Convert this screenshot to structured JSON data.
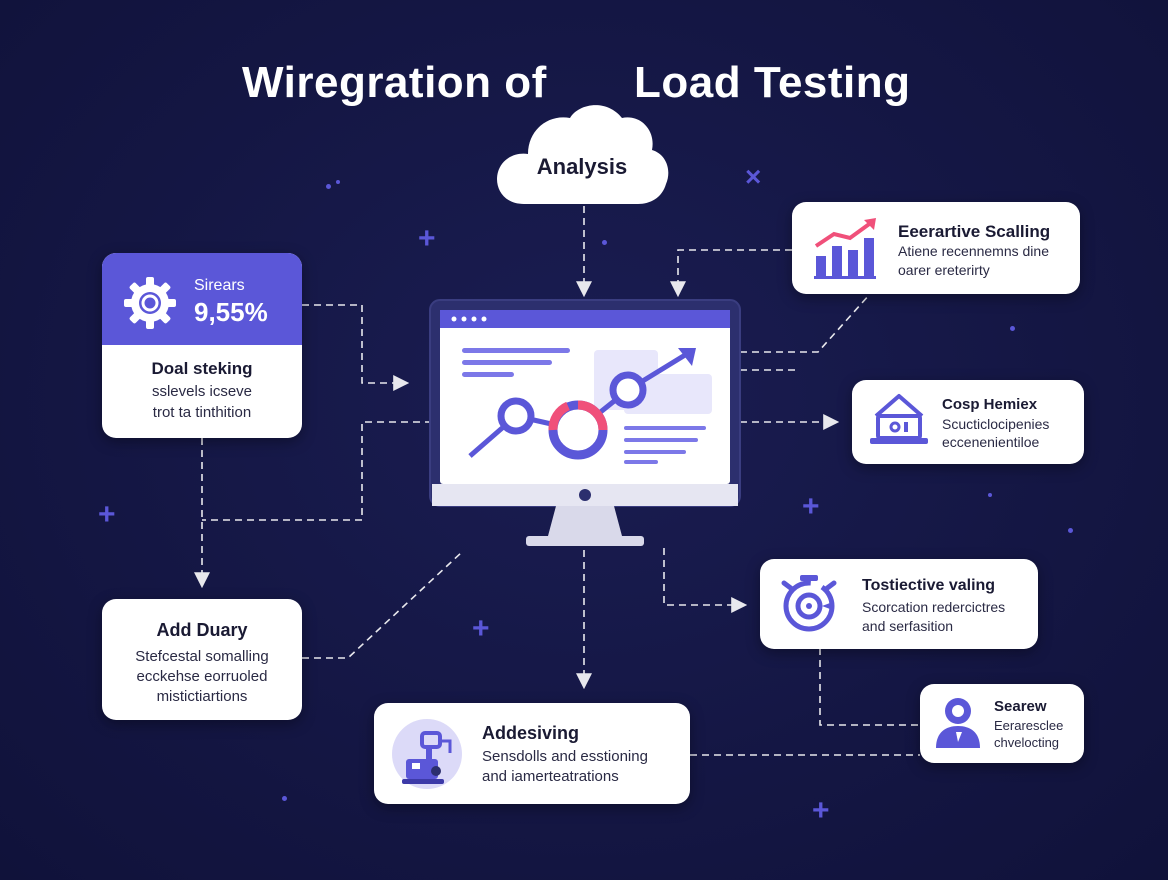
{
  "title": {
    "left": "Wiregration of",
    "right": "Load Testing"
  },
  "cloud": {
    "label": "Analysis"
  },
  "card_stats": {
    "label": "Sirears",
    "value": "9,55%",
    "title": "Doal steking",
    "lines": [
      "sslevels icseve",
      "trot ta tinthition"
    ]
  },
  "card_scaling": {
    "title": "Eeerartive Scalling",
    "lines": [
      "Atiene recennemns dine",
      "oarer ereterirty"
    ]
  },
  "card_hemex": {
    "title": "Cosp Hemiex",
    "lines": [
      "Scucticlocipenies",
      "eccenenientiloe"
    ]
  },
  "card_duary": {
    "title": "Add Duary",
    "lines": [
      "Stefcestal somalling",
      "ecckehse eorruoled",
      "mistictiartions"
    ]
  },
  "card_valing": {
    "title": "Tostiective valing",
    "lines": [
      "Scorcation redercictres",
      "and serfasition"
    ]
  },
  "card_addesiving": {
    "title": "Addesiving",
    "lines": [
      "Sensdolls and esstioning",
      "and iamerteatrations"
    ]
  },
  "card_searew": {
    "title": "Searew",
    "lines": [
      "Eeraresclee",
      "chvelocting"
    ]
  },
  "icons": {
    "stats": "gear-icon",
    "scaling": "bar-chart-icon",
    "hemex": "house-laptop-icon",
    "valing": "target-icon",
    "addesiving": "robot-icon",
    "searew": "user-icon",
    "monitor": "monitor-icon"
  },
  "colors": {
    "background": "#141643",
    "accent": "#5b57d8",
    "chart_pink": "#f0507a",
    "card": "#ffffff"
  }
}
